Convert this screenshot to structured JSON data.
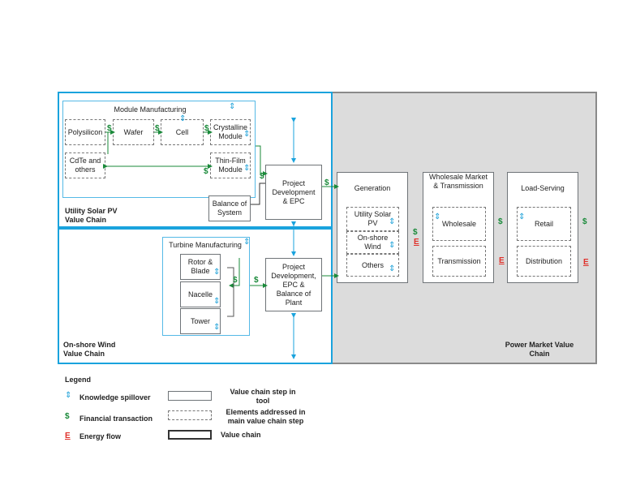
{
  "solar": {
    "title": "Utility Solar PV Value Chain",
    "module_manufacturing": "Module Manufacturing",
    "polysilicon": "Polysilicon",
    "wafer": "Wafer",
    "cell": "Cell",
    "crystalline": "Crystalline Module",
    "cdte": "CdTe and others",
    "thin_film": "Thin-Film Module",
    "balance": "Balance of System",
    "project": "Project Development & EPC"
  },
  "wind": {
    "title": "On-shore Wind Value Chain",
    "turbine_manufacturing": "Turbine Manufacturing",
    "rotor": "Rotor & Blade",
    "nacelle": "Nacelle",
    "tower": "Tower",
    "project": "Project Development, EPC & Balance of Plant"
  },
  "market": {
    "title": "Power Market Value Chain",
    "generation": "Generation",
    "gen_solar": "Utility Solar PV",
    "gen_wind": "On-shore Wind",
    "gen_others": "Others",
    "wholesale_title": "Wholesale Market & Transmission",
    "wholesale": "Wholesale",
    "transmission": "Transmission",
    "load_title": "Load-Serving",
    "retail": "Retail",
    "distribution": "Distribution"
  },
  "legend": {
    "title": "Legend",
    "knowledge": "Knowledge spillover",
    "financial": "Financial transaction",
    "energy": "Energy flow",
    "step_tool": "Value chain step in tool",
    "elements": "Elements addressed in main value chain step",
    "value_chain": "Value chain"
  },
  "symbols": {
    "dollar": "$",
    "energy": "E",
    "knowledge": "⇕"
  },
  "colors": {
    "blue": "#1aa3dd",
    "green": "#1a8a3a",
    "red": "#e0302a",
    "grey_panel": "#dcdcdc"
  }
}
